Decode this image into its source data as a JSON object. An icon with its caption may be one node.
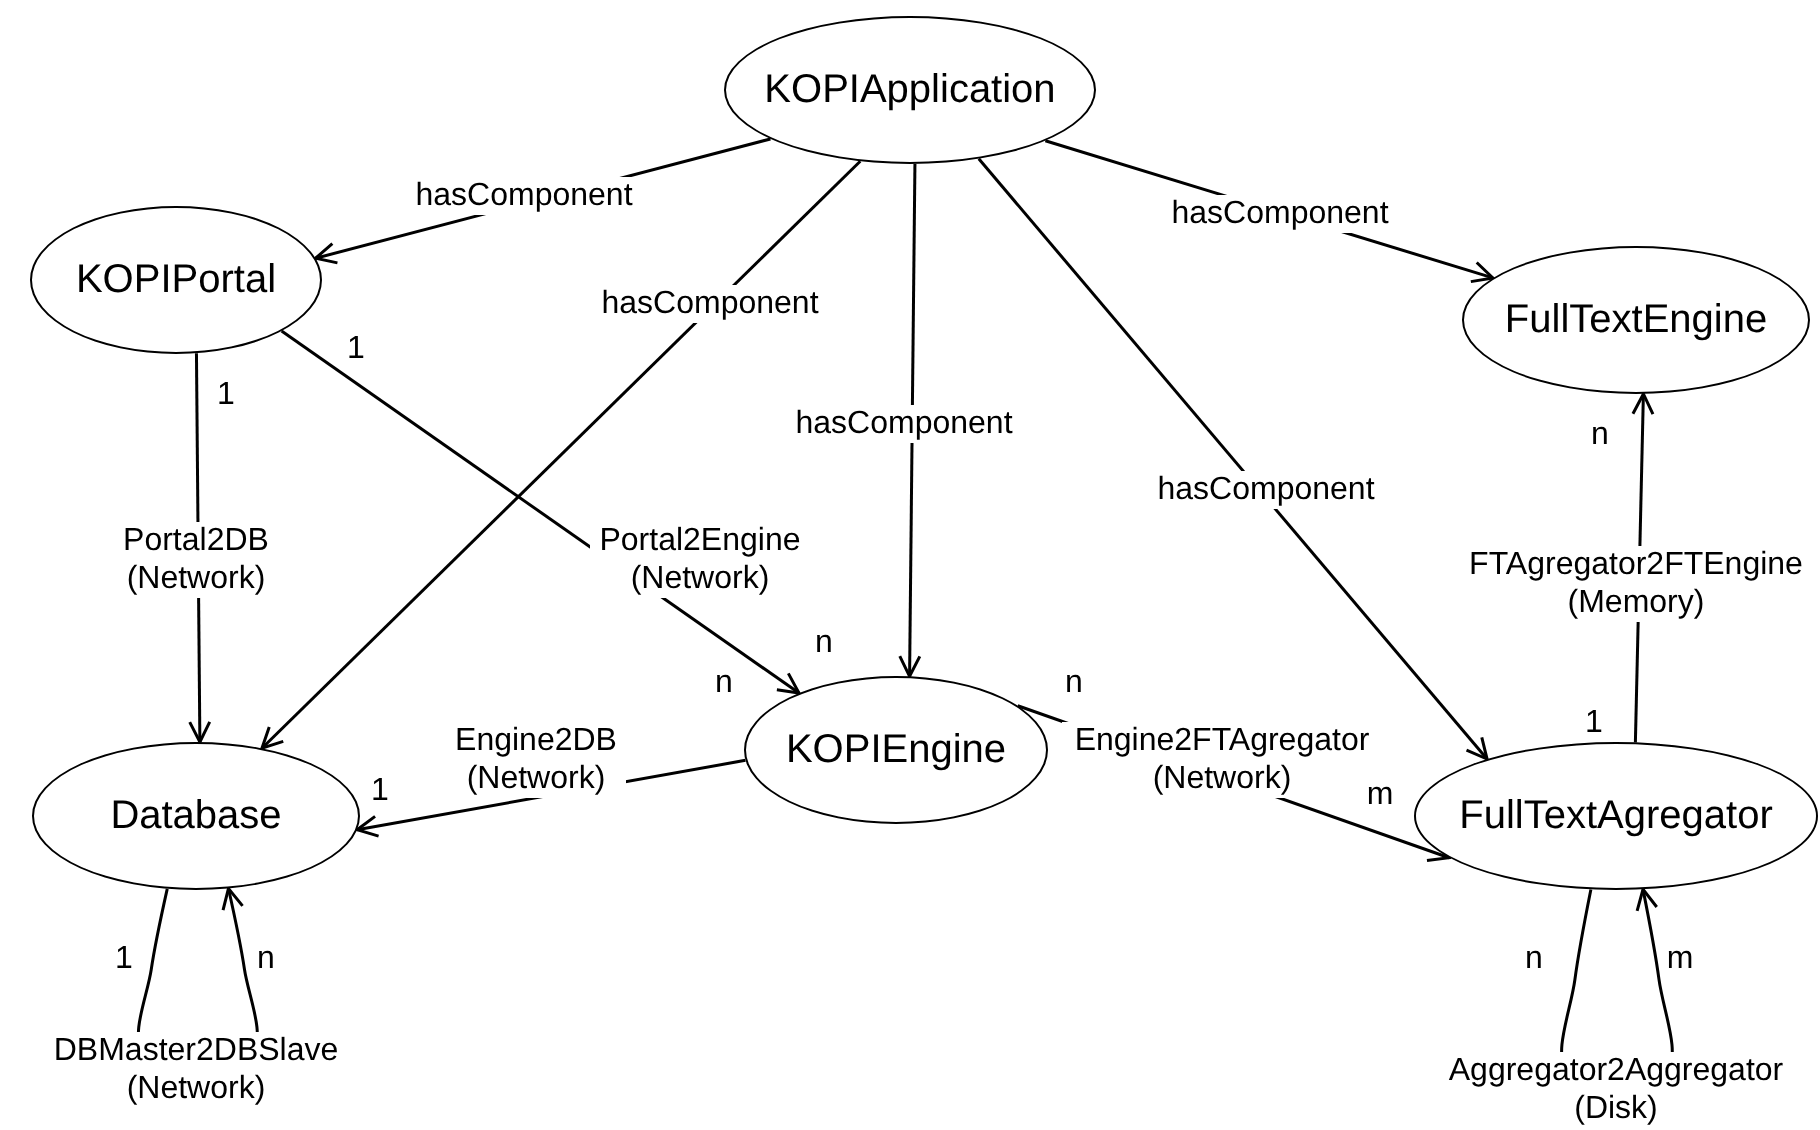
{
  "diagram": {
    "nodes": [
      {
        "text": [
          "KOPIApplication"
        ]
      },
      {
        "text": [
          "KOPIPortal"
        ]
      },
      {
        "text": [
          "FullTextEngine"
        ]
      },
      {
        "text": [
          "KOPIEngine"
        ]
      },
      {
        "text": [
          "Database"
        ]
      },
      {
        "text": [
          "FullTextAgregator"
        ]
      }
    ],
    "edges": [
      {
        "from": 0,
        "to": 1,
        "arrow": "to",
        "label": "hasComponent"
      },
      {
        "from": 0,
        "to": 4,
        "arrow": "to",
        "label": "hasComponent"
      },
      {
        "from": 0,
        "to": 3,
        "arrow": "to",
        "label": "hasComponent"
      },
      {
        "from": 0,
        "to": 5,
        "arrow": "to",
        "label": "hasComponent"
      },
      {
        "from": 0,
        "to": 2,
        "arrow": "to",
        "label": "hasComponent"
      },
      {
        "from": 1,
        "to": 4,
        "arrow": "to",
        "label": "Portal2DB (Network)"
      },
      {
        "from": 1,
        "to": 3,
        "arrow": "to",
        "label": "Portal2Engine (Network)"
      },
      {
        "from": 3,
        "to": 4,
        "arrow": "to",
        "label": "Engine2DB (Network)"
      },
      {
        "from": 3,
        "to": 5,
        "arrow": "to",
        "label": "Engine2FTAgregator (Network)"
      },
      {
        "from": 5,
        "to": 2,
        "arrow": "to",
        "label": "FTAgregator2FTEngine (Memory)"
      },
      {
        "from": 4,
        "to": 4,
        "arrow": "to",
        "label": "DBMaster2DBSlave (Network)"
      },
      {
        "from": 5,
        "to": 5,
        "arrow": "to",
        "label": "Aggregator2Aggregator (Disk)"
      }
    ],
    "labels": [
      "1",
      "1",
      "n",
      "n",
      "n",
      "n",
      "1",
      "1",
      "m",
      "1",
      "n",
      "n",
      "m"
    ]
  }
}
